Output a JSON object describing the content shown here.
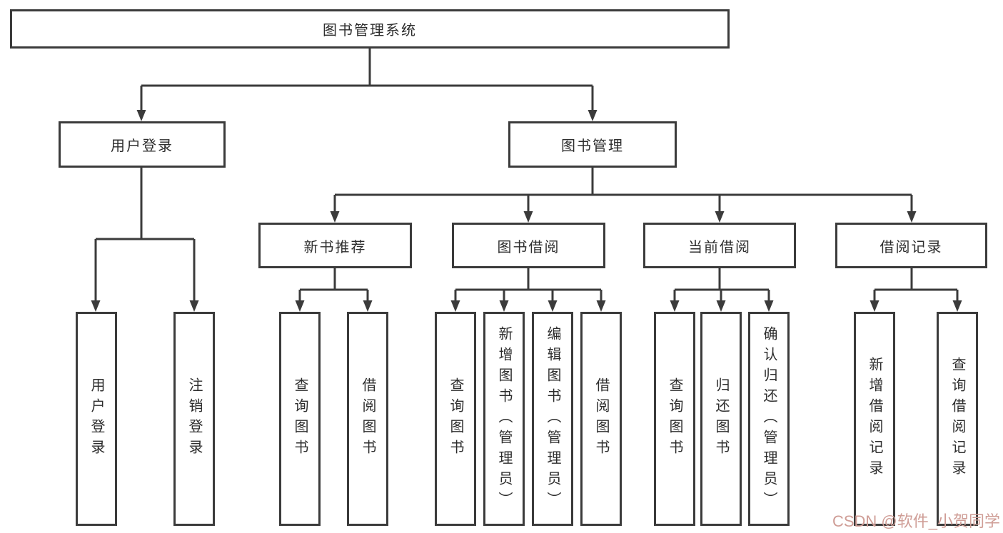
{
  "diagram": {
    "root_label": "图书管理系统",
    "level1": [
      {
        "label": "用户登录"
      },
      {
        "label": "图书管理"
      }
    ],
    "level2": [
      {
        "label": "新书推荐"
      },
      {
        "label": "图书借阅"
      },
      {
        "label": "当前借阅"
      },
      {
        "label": "借阅记录"
      }
    ],
    "leaves": {
      "user_login": [
        "用户登录",
        "注销登录"
      ],
      "new_book": [
        "查询图书",
        "借阅图书"
      ],
      "book_borrow": [
        "查询图书",
        "新增图书（管理员）",
        "编辑图书（管理员）",
        "借阅图书"
      ],
      "current_borrow": [
        "查询图书",
        "归还图书",
        "确认归还（管理员）"
      ],
      "borrow_record": [
        "新增借阅记录",
        "查询借阅记录"
      ]
    }
  },
  "watermark": {
    "text": "CSDN @软件_小贺同学",
    "color": "#cf9d96"
  },
  "colors": {
    "line": "#3b3b3b",
    "box_border": "#3b3b3b",
    "text": "#2d2d2d",
    "background": "#ffffff"
  }
}
